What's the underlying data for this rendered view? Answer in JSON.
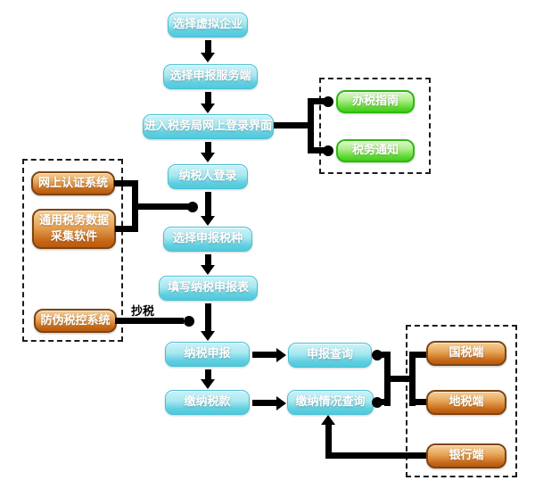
{
  "flow": {
    "main": [
      {
        "label": "选择虚拟企业"
      },
      {
        "label": "选择申报服务端"
      },
      {
        "label": "进入税务局网上登录界面"
      },
      {
        "label": "纳税人登录"
      },
      {
        "label": "选择申报税种"
      },
      {
        "label": "填写纳税申报表"
      },
      {
        "label": "纳税申报"
      },
      {
        "label": "缴纳税款"
      }
    ],
    "queries": [
      {
        "label": "申报查询"
      },
      {
        "label": "缴纳情况查询"
      }
    ],
    "info_panel": [
      {
        "label": "办税指南"
      },
      {
        "label": "税务通知"
      }
    ],
    "systems_panel": [
      {
        "label": "网上认证系统"
      },
      {
        "label": "通用税务数据\n采集软件"
      },
      {
        "label": "防伪税控系统"
      }
    ],
    "terminals_panel": [
      {
        "label": "国税端"
      },
      {
        "label": "地税端"
      },
      {
        "label": "银行端"
      }
    ],
    "edge_labels": {
      "copy_tax": "抄税"
    }
  },
  "colors": {
    "process_box": "#5ecfe0",
    "info_box": "#55d52a",
    "system_box": "#c46414",
    "connector": "#000000"
  }
}
